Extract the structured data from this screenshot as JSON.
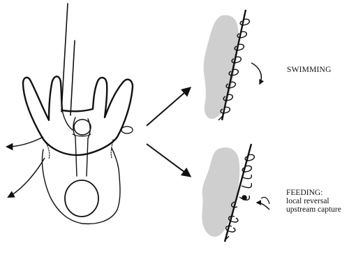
{
  "labels": {
    "swimming": "SWIMMING",
    "feeding_title": "FEEDING:",
    "feeding_line1": "local reversal",
    "feeding_line2": "upstream capture"
  }
}
